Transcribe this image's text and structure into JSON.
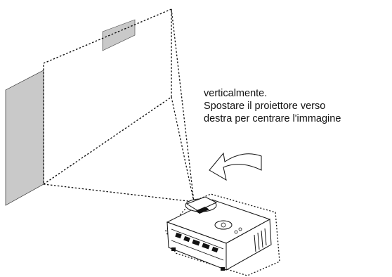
{
  "caption": {
    "line1": "verticalmente.",
    "line2": "Spostare il proiettore verso",
    "line3": "destra per centrare l'immagine"
  }
}
